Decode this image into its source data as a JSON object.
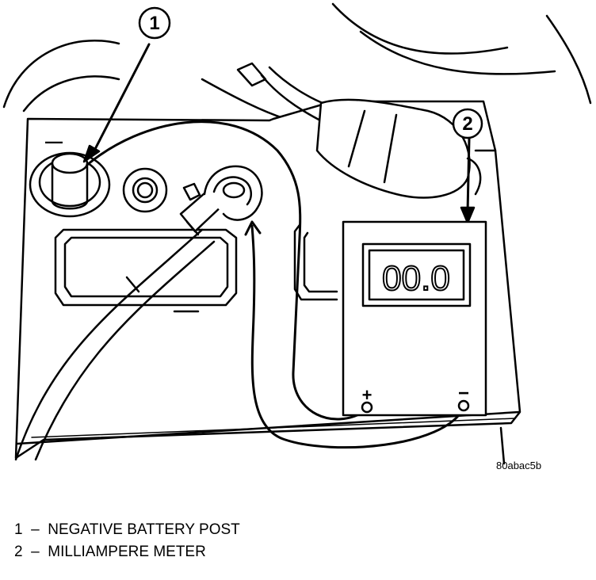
{
  "callouts": [
    {
      "number": "1",
      "label": "NEGATIVE BATTERY POST"
    },
    {
      "number": "2",
      "label": "MILLIAMPERE METER"
    }
  ],
  "meter": {
    "reading": "00.0",
    "positive_symbol": "+",
    "negative_symbol": "−"
  },
  "battery": {
    "negative_mark": "—"
  },
  "figure_code": "80abac5b",
  "caption_separator": "–"
}
